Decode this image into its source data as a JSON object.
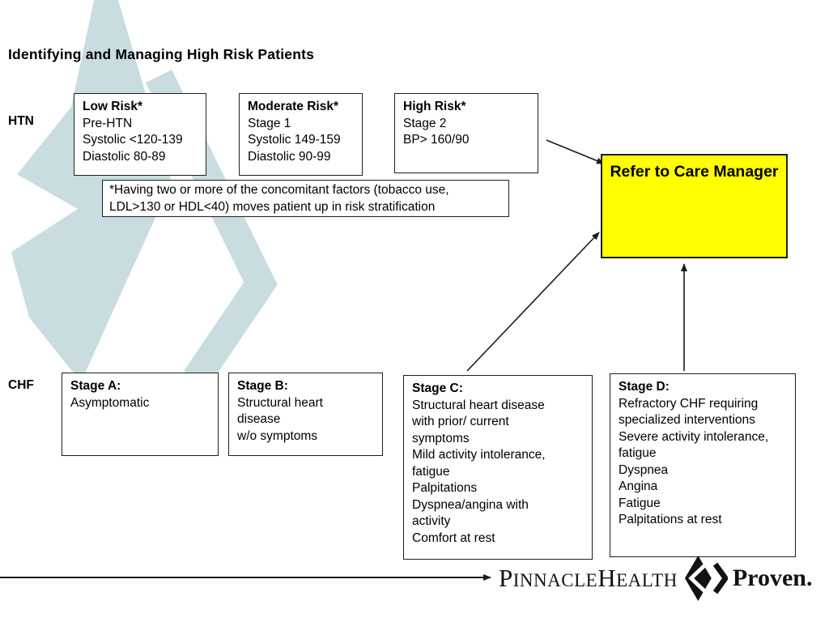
{
  "slide": {
    "title": "Identifying and Managing High Risk Patients"
  },
  "htn": {
    "label": "HTN",
    "boxes": [
      {
        "title": "Low Risk*",
        "lines": [
          "Pre-HTN",
          "Systolic <120-139",
          "Diastolic 80-89"
        ]
      },
      {
        "title": "Moderate Risk*",
        "lines": [
          "Stage 1",
          "Systolic 149-159",
          "Diastolic 90-99"
        ]
      },
      {
        "title": "High Risk*",
        "lines": [
          "Stage 2",
          "BP> 160/90"
        ]
      }
    ],
    "footnote": [
      "*Having two or more of the concomitant factors (tobacco use,",
      "LDL>130 or HDL<40) moves patient up in risk stratification"
    ]
  },
  "refer_box": {
    "label": "Refer to Care Manager",
    "fill_color": "#ffff00"
  },
  "chf": {
    "label": "CHF",
    "boxes": [
      {
        "title": "Stage A:",
        "lines": [
          "Asymptomatic"
        ]
      },
      {
        "title": "Stage B:",
        "lines": [
          "Structural heart",
          "disease",
          "w/o symptoms"
        ]
      },
      {
        "title": "Stage C:",
        "lines": [
          "Structural heart disease",
          "with prior/ current",
          "symptoms",
          "Mild activity intolerance,",
          "fatigue",
          "Palpitations",
          "Dyspnea/angina with",
          "activity",
          "Comfort at rest"
        ]
      },
      {
        "title": "Stage D:",
        "lines": [
          "Refractory CHF requiring",
          "specialized interventions",
          "Severe activity intolerance,",
          "fatigue",
          "Dyspnea",
          "Angina",
          "Fatigue",
          "Palpitations at rest"
        ]
      }
    ]
  },
  "footer": {
    "brand": {
      "p": "P",
      "innacle": "INNACLE",
      "h": "H",
      "ealth": "EALTH",
      "proven": "Proven."
    },
    "logo_icon": "pinnaclehealth-diamond"
  },
  "colors": {
    "watermark": "#c9dde1",
    "highlight_yellow": "#ffff00",
    "line_black": "#1a1a1a"
  }
}
